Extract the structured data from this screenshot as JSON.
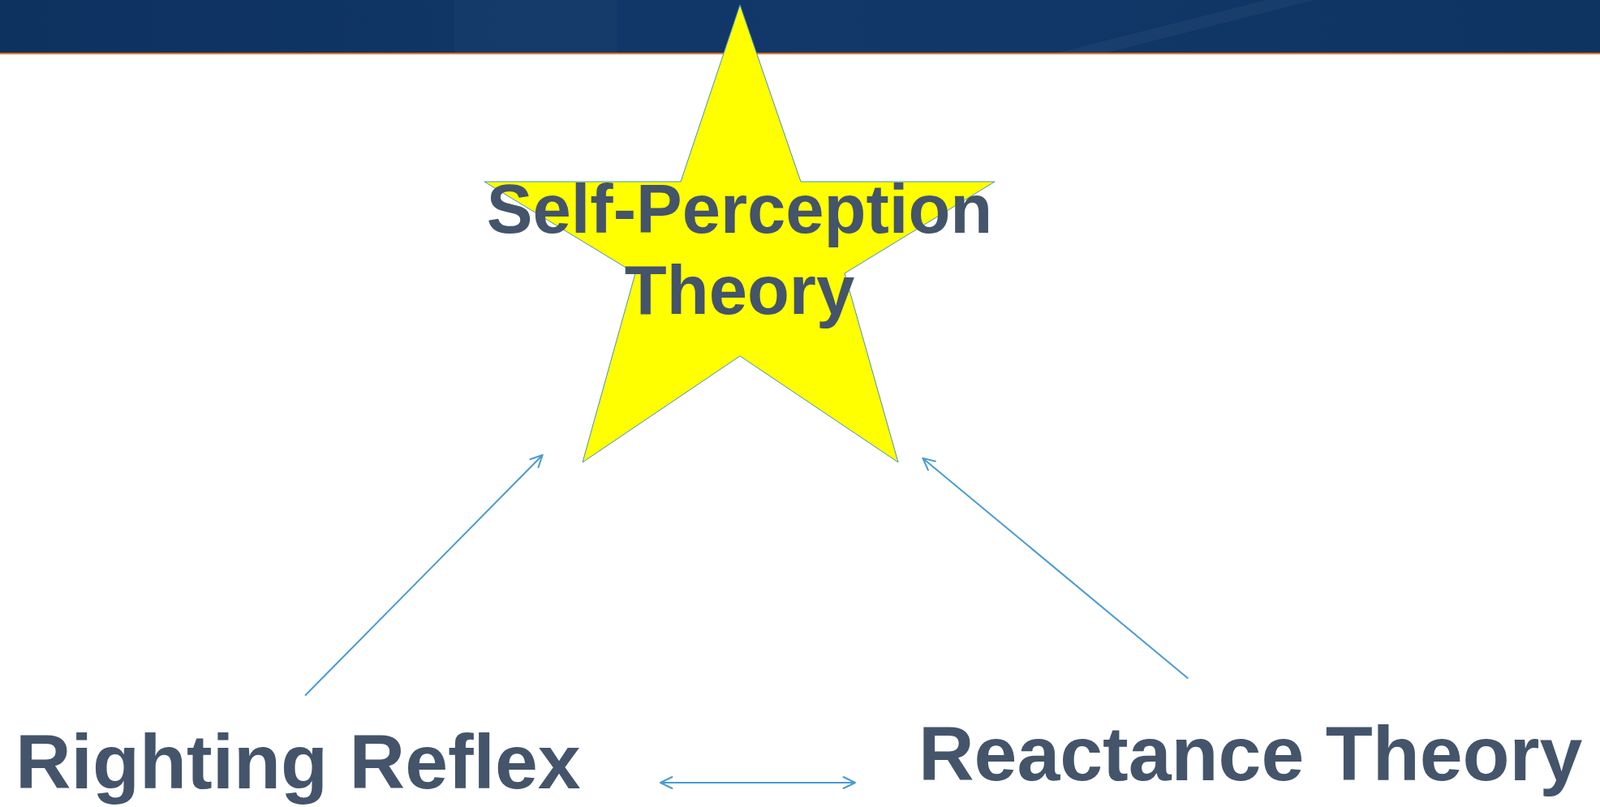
{
  "diagram": {
    "nodes": [
      {
        "text": [
          "Self-Perception Theory"
        ]
      },
      {
        "text": [
          "Righting Reflex"
        ]
      },
      {
        "text": [
          "Reactance Theory"
        ]
      }
    ],
    "edges": [
      {
        "from": 1,
        "to": 0,
        "arrow": "to"
      },
      {
        "from": 2,
        "to": 0,
        "arrow": "to"
      },
      {
        "from": 1,
        "to": 2,
        "arrow": "both"
      }
    ]
  }
}
